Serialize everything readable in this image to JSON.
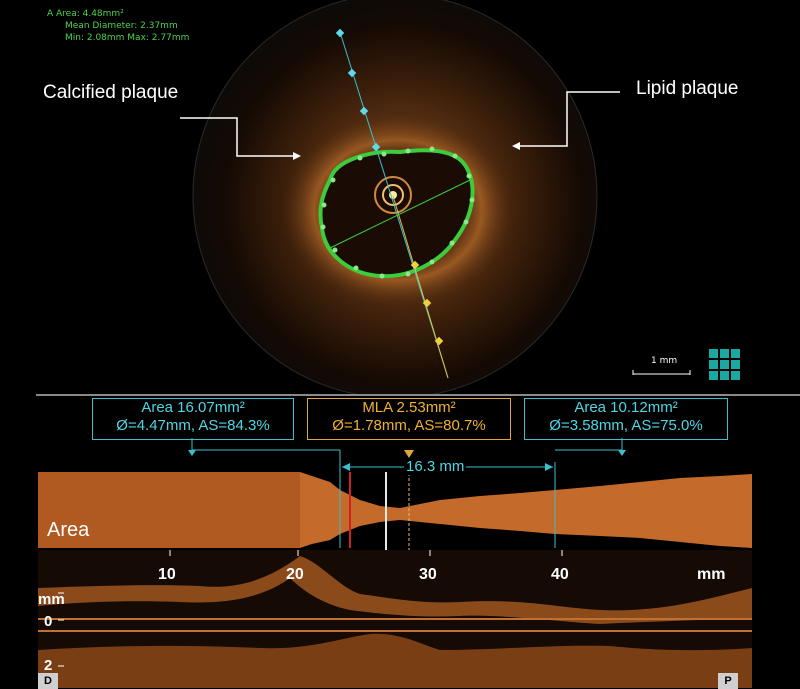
{
  "measurement": {
    "area": "A Area: 4.48mm²",
    "mean_diameter": "Mean Diameter:  2.37mm",
    "min_max": "Min:  2.08mm   Max:  2.77mm"
  },
  "annotations": {
    "left": "Calcified plaque",
    "right": "Lipid plaque"
  },
  "scale": {
    "label": "1 mm"
  },
  "boxes": {
    "left": {
      "line1": "Area 16.07mm²",
      "line2": "Ø=4.47mm, AS=84.3%"
    },
    "mla": {
      "line1": "MLA 2.53mm²",
      "line2": "Ø=1.78mm, AS=80.7%"
    },
    "right": {
      "line1": "Area 10.12mm²",
      "line2": "Ø=3.58mm, AS=75.0%"
    }
  },
  "segment_length": "16.3 mm",
  "area_label": "Area",
  "long_view": {
    "ticks": [
      "10",
      "20",
      "30",
      "40",
      "mm"
    ],
    "depth_labels": [
      "mm",
      "0",
      "2"
    ]
  },
  "corners": {
    "left": "D",
    "right": "P"
  },
  "colors": {
    "lumen_contour": "#3ccc3c",
    "cyan_marker": "#3bbfcf",
    "mla_marker": "#e0a83a",
    "tissue": "#c46a2a"
  }
}
